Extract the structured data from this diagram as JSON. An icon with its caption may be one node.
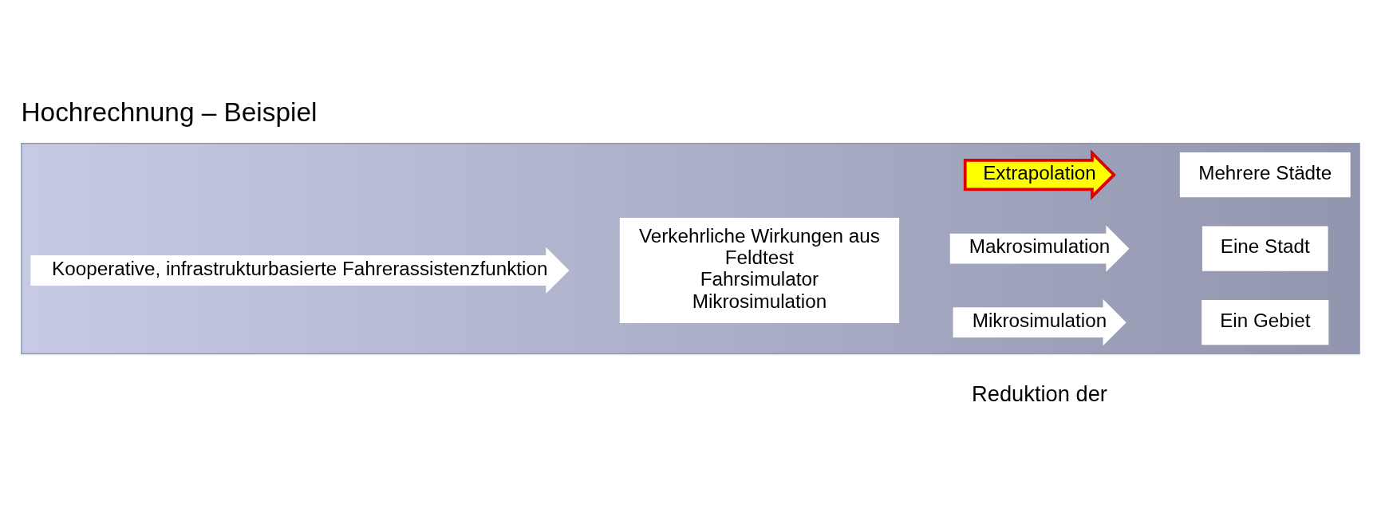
{
  "diagram": {
    "title": "Hochrechnung – Beispiel",
    "nodes": [
      {
        "text": [],
        "shape": "arrow"
      },
      {
        "text": [
          "Kooperative, infrastrukturbasierte Fahrerassistenzfunktion"
        ],
        "in": 0
      },
      {
        "text": [
          "Verkehrliche Wirkungen aus",
          "Feldtest",
          "Fahrsimulator",
          "Mikrosimulation"
        ],
        "in": 0
      },
      {
        "text": [
          "Mikrosimulation"
        ],
        "in": 0
      },
      {
        "text": [
          "Makrosimulation"
        ],
        "in": 0
      },
      {
        "text": [
          "Extrapolation"
        ],
        "in": 0
      },
      {
        "text": [
          "Ein Gebiet"
        ],
        "in": 0
      },
      {
        "text": [
          "Eine Stadt"
        ],
        "in": 0
      },
      {
        "text": [
          "Mehrere Städte"
        ],
        "in": 0
      }
    ],
    "labels": [
      "Reduktion der"
    ]
  }
}
